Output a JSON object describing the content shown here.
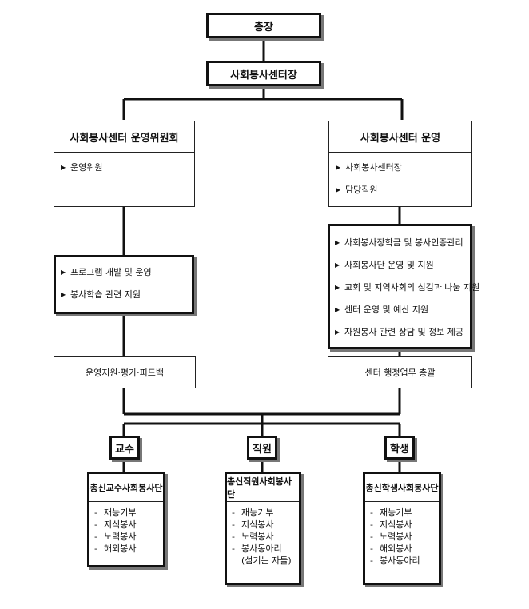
{
  "president": "총장",
  "center_director": "사회봉사센터장",
  "committee": {
    "title": "사회봉사센터 운영위원회",
    "items": [
      "운영위원"
    ]
  },
  "operation": {
    "title": "사회봉사센터 운영",
    "items": [
      "사회봉사센터장",
      "담당직원"
    ]
  },
  "left_functions": [
    "프로그램 개발 및 운영",
    "봉사학습 관련 지원"
  ],
  "right_functions": [
    "사회봉사장학금 및 봉사인증관리",
    "사회봉사단 운영 및 지원",
    "교회 및 지역사회의 섬김과 나눔 지원",
    "센터 운영 및 예산 지원",
    "자원봉사 관련 상담 및 정보 제공"
  ],
  "left_support": "운영지원·평가·피드백",
  "right_support": "센터 행정업무 총괄",
  "groups": [
    {
      "label": "교수",
      "title": "총신교수사회봉사단",
      "items": [
        "재능기부",
        "지식봉사",
        "노력봉사",
        "해외봉사"
      ]
    },
    {
      "label": "직원",
      "title": "총신직원사회봉사단",
      "items": [
        "재능기부",
        "지식봉사",
        "노력봉사",
        "봉사동아리",
        "(섬기는 자들)"
      ]
    },
    {
      "label": "학생",
      "title": "총신학생사회봉사단",
      "items": [
        "재능기부",
        "지식봉사",
        "노력봉사",
        "해외봉사",
        "봉사동아리"
      ]
    }
  ]
}
